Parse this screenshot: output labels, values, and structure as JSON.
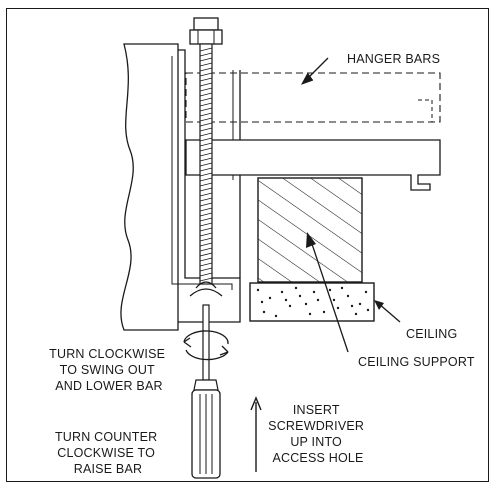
{
  "diagram": {
    "labels": {
      "hanger_bars": "HANGER BARS",
      "ceiling": "CEILING",
      "ceiling_support": "CEILING SUPPORT",
      "turn_clockwise": [
        "TURN CLOCKWISE",
        "TO SWING OUT",
        "AND LOWER BAR"
      ],
      "turn_counter": [
        "TURN COUNTER",
        "CLOCKWISE TO",
        "RAISE BAR"
      ],
      "insert_screwdriver": [
        "INSERT",
        "SCREWDRIVER",
        "UP INTO",
        "ACCESS HOLE"
      ]
    }
  }
}
